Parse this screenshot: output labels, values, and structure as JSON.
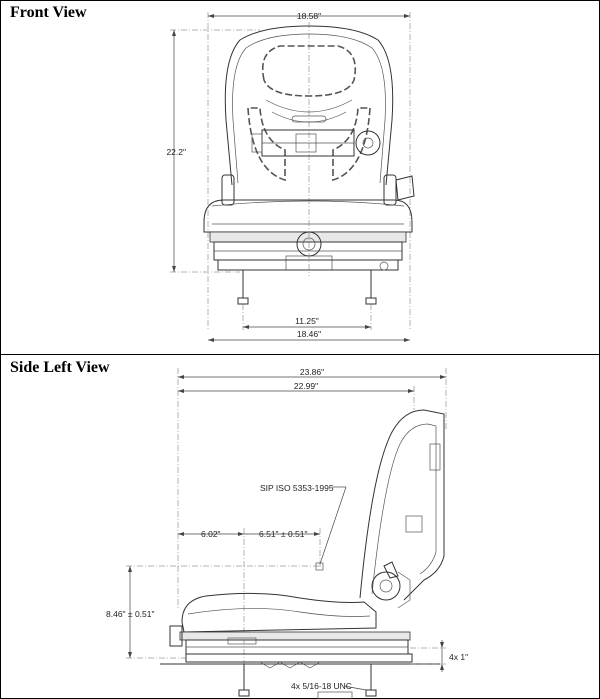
{
  "sections": {
    "front_title": "Front View",
    "side_title": "Side Left View"
  },
  "front_dims": {
    "width_top": "18.58\"",
    "height": "22.2\"",
    "mount_spacing": "11.25\"",
    "width_bottom": "18.46\""
  },
  "side_dims": {
    "overall_length": "23.86\"",
    "length_2": "22.99\"",
    "sip_label": "SIP ISO 5353-1995",
    "sip_horizontal": "6.02\"",
    "sip_travel": "6.51\" ± 0.51\"",
    "sip_height": "8.46\" ± 0.51\"",
    "stud_length": "4x 1\"",
    "mount_thread": "4x 5/16-18 UNC"
  },
  "colors": {
    "line": "#333333",
    "background": "#ffffff",
    "frame": "#000000"
  }
}
